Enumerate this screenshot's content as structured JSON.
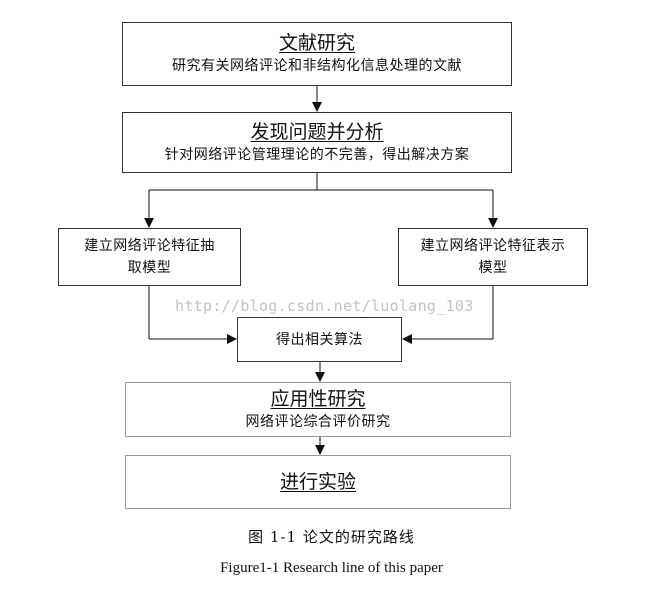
{
  "boxes": {
    "literature": {
      "title": "文献研究",
      "desc": "研究有关网络评论和非结构化信息处理的文献"
    },
    "discover": {
      "title": "发现问题并分析",
      "desc": "针对网络评论管理理论的不完善，得出解决方案"
    },
    "extract": {
      "line1": "建立网络评论特征抽",
      "line2": "取模型"
    },
    "represent": {
      "line1": "建立网络评论特征表示",
      "line2": "模型"
    },
    "algorithm": {
      "label": "得出相关算法"
    },
    "application": {
      "title": "应用性研究",
      "desc": "网络评论综合评价研究"
    },
    "experiment": {
      "title": "进行实验"
    }
  },
  "watermark": "http://blog.csdn.net/luolang_103",
  "caption": {
    "cn": "图 1-1  论文的研究路线",
    "en": "Figure1-1 Research line of this paper"
  }
}
